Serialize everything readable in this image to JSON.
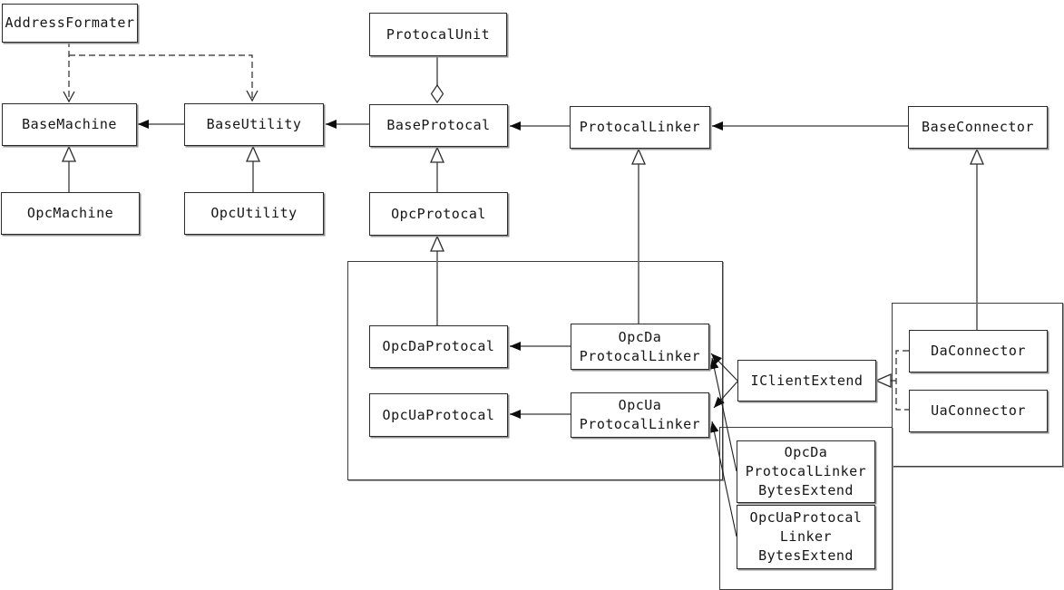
{
  "diagram": {
    "type": "uml-class-diagram",
    "colors": {
      "background": "#ffffff",
      "box_border": "#2b2b2b",
      "box_fill": "#ffffff",
      "line": "#6f6f6f",
      "arrow_fill": "#0d0d0d",
      "text": "#161616"
    },
    "nodes": {
      "address_formater": {
        "lines": [
          "AddressFormater"
        ]
      },
      "protocal_unit": {
        "lines": [
          "ProtocalUnit"
        ]
      },
      "base_machine": {
        "lines": [
          "BaseMachine"
        ]
      },
      "base_utility": {
        "lines": [
          "BaseUtility"
        ]
      },
      "base_protocal": {
        "lines": [
          "BaseProtocal"
        ]
      },
      "protocal_linker": {
        "lines": [
          "ProtocalLinker"
        ]
      },
      "base_connector": {
        "lines": [
          "BaseConnector"
        ]
      },
      "opc_machine": {
        "lines": [
          "OpcMachine"
        ]
      },
      "opc_utility": {
        "lines": [
          "OpcUtility"
        ]
      },
      "opc_protocal": {
        "lines": [
          "OpcProtocal"
        ]
      },
      "opc_da_protocal": {
        "lines": [
          "OpcDaProtocal"
        ]
      },
      "opc_da_protocal_linker": {
        "lines": [
          "OpcDa",
          "ProtocalLinker"
        ]
      },
      "opc_ua_protocal": {
        "lines": [
          "OpcUaProtocal"
        ]
      },
      "opc_ua_protocal_linker": {
        "lines": [
          "OpcUa",
          "ProtocalLinker"
        ]
      },
      "i_client_extend": {
        "lines": [
          "IClientExtend"
        ]
      },
      "da_connector": {
        "lines": [
          "DaConnector"
        ]
      },
      "ua_connector": {
        "lines": [
          "UaConnector"
        ]
      },
      "opc_da_protocal_linker_bytes_extend": {
        "lines": [
          "OpcDa",
          "ProtocalLinker",
          "BytesExtend"
        ]
      },
      "opc_ua_protocal_linker_bytes_extend": {
        "lines": [
          "OpcUaProtocal",
          "Linker",
          "BytesExtend"
        ]
      }
    },
    "edges": [
      {
        "from": "AddressFormater",
        "to": "BaseMachine",
        "type": "dependency-dashed"
      },
      {
        "from": "AddressFormater",
        "to": "BaseUtility",
        "type": "dependency-dashed"
      },
      {
        "from": "BaseUtility",
        "to": "BaseMachine",
        "type": "association"
      },
      {
        "from": "BaseProtocal",
        "to": "BaseUtility",
        "type": "association"
      },
      {
        "from": "ProtocalLinker",
        "to": "BaseProtocal",
        "type": "association"
      },
      {
        "from": "BaseConnector",
        "to": "ProtocalLinker",
        "type": "association"
      },
      {
        "from": "ProtocalUnit",
        "to": "BaseProtocal",
        "type": "aggregation-diamond"
      },
      {
        "from": "OpcMachine",
        "to": "BaseMachine",
        "type": "inheritance"
      },
      {
        "from": "OpcUtility",
        "to": "BaseUtility",
        "type": "inheritance"
      },
      {
        "from": "OpcProtocal",
        "to": "BaseProtocal",
        "type": "inheritance"
      },
      {
        "from": "OpcDaProtocal",
        "to": "OpcProtocal",
        "type": "inheritance"
      },
      {
        "from": "OpcDaProtocalLinker",
        "to": "ProtocalLinker",
        "type": "inheritance"
      },
      {
        "from": "DaConnector",
        "to": "BaseConnector",
        "type": "inheritance"
      },
      {
        "from": "OpcDaProtocalLinker",
        "to": "OpcDaProtocal",
        "type": "association"
      },
      {
        "from": "OpcUaProtocalLinker",
        "to": "OpcUaProtocal",
        "type": "association"
      },
      {
        "from": "IClientExtend",
        "to": "OpcDaProtocalLinker",
        "type": "association"
      },
      {
        "from": "IClientExtend",
        "to": "OpcUaProtocalLinker",
        "type": "association"
      },
      {
        "from": "OpcDaProtocalLinkerBytesExtend",
        "to": "OpcDaProtocalLinker",
        "type": "association"
      },
      {
        "from": "OpcUaProtocalLinkerBytesExtend",
        "to": "OpcUaProtocalLinker",
        "type": "association"
      },
      {
        "from": "DaConnector",
        "to": "IClientExtend",
        "type": "realization-dashed"
      },
      {
        "from": "UaConnector",
        "to": "IClientExtend",
        "type": "realization-dashed"
      }
    ]
  }
}
